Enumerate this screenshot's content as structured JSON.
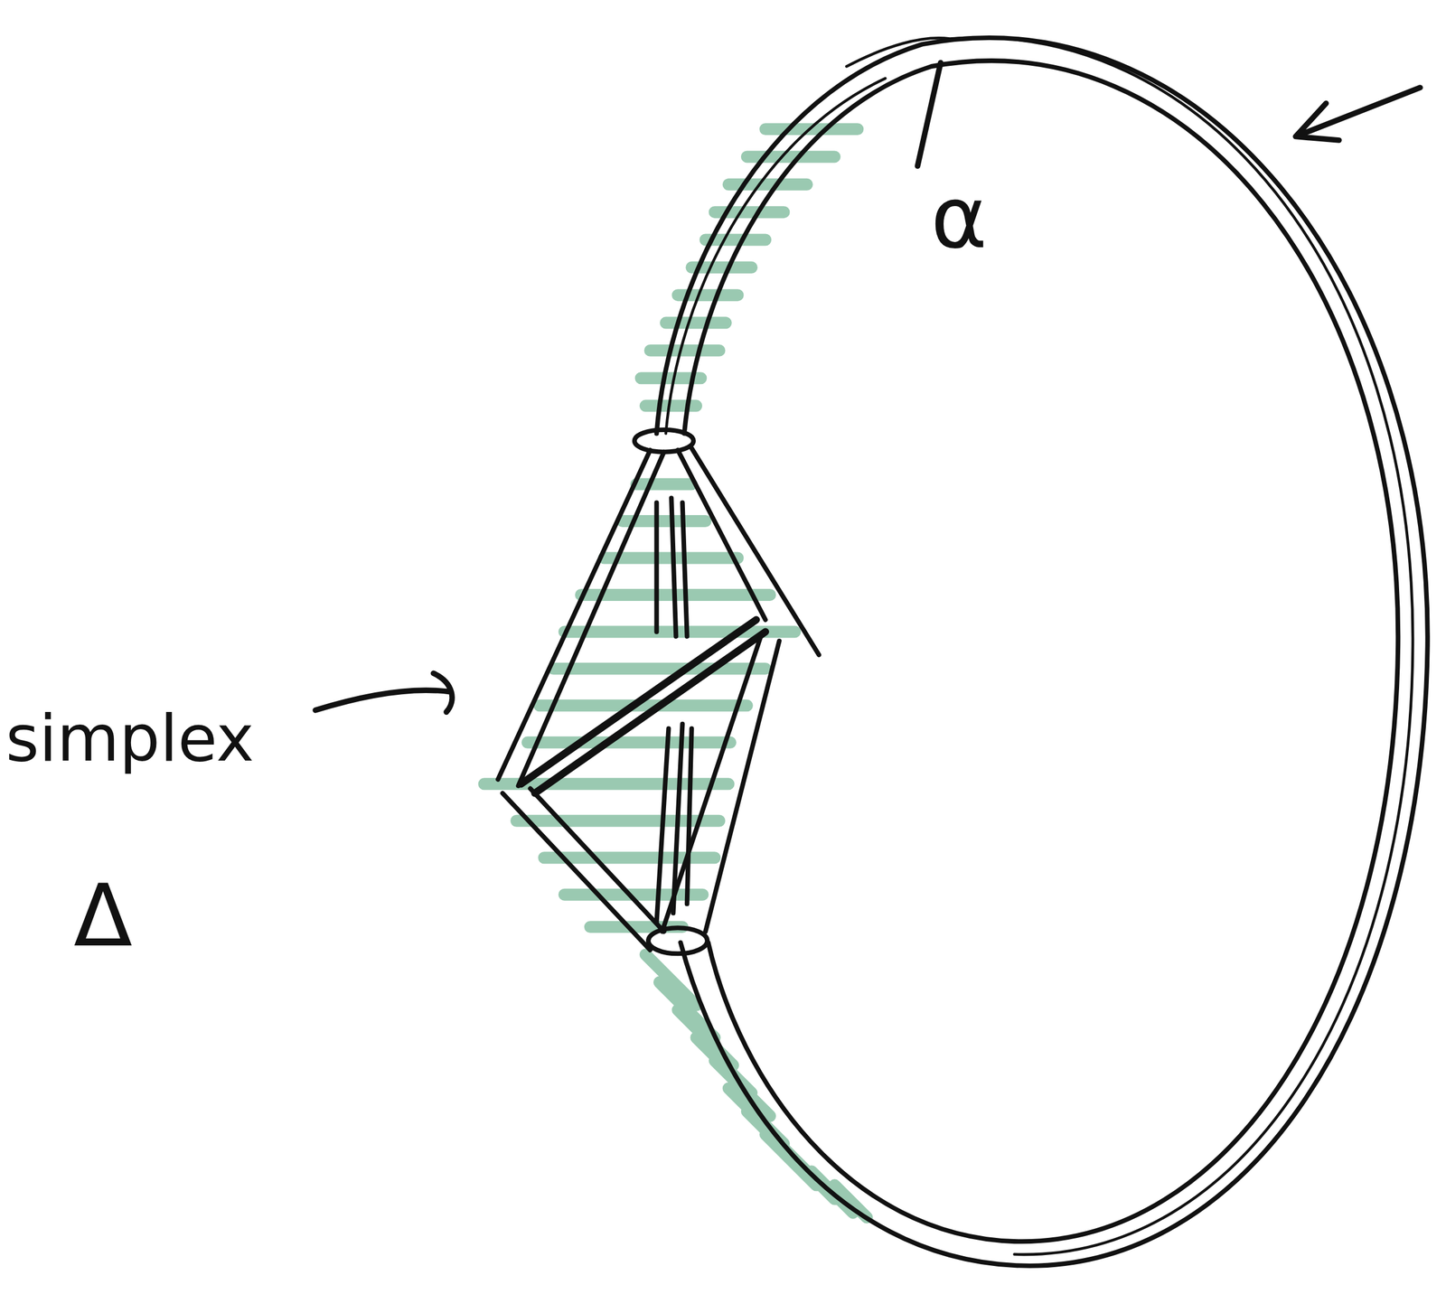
{
  "diagram": {
    "labels": [
      "simplex",
      "Δ",
      "α"
    ]
  }
}
